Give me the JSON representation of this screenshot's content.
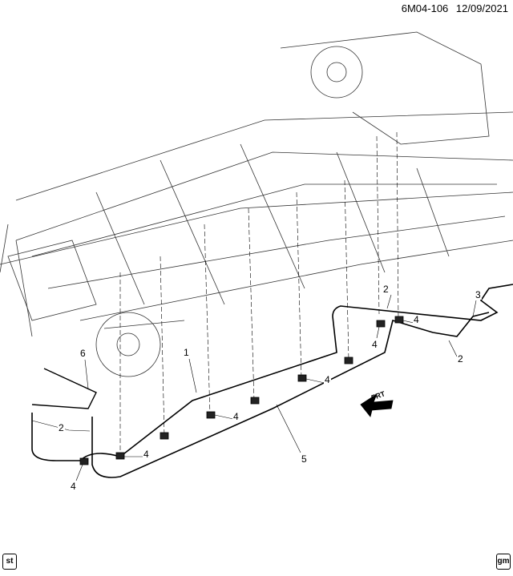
{
  "header": {
    "diagram_id": "6M04-106",
    "date": "12/09/2021"
  },
  "callouts": [
    {
      "id": "c2a",
      "text": "2"
    },
    {
      "id": "c3",
      "text": "3"
    },
    {
      "id": "c4a",
      "text": "4"
    },
    {
      "id": "c4b",
      "text": "4"
    },
    {
      "id": "c2b",
      "text": "2"
    },
    {
      "id": "c1",
      "text": "1"
    },
    {
      "id": "c6",
      "text": "6"
    },
    {
      "id": "c4c",
      "text": "4"
    },
    {
      "id": "c4d",
      "text": "4"
    },
    {
      "id": "c2c",
      "text": "2"
    },
    {
      "id": "c4e",
      "text": "4"
    },
    {
      "id": "c5",
      "text": "5"
    },
    {
      "id": "c4f",
      "text": "4"
    }
  ],
  "front_arrow": "FRT",
  "footer": {
    "left_badge": "st",
    "right_badge": "gm"
  }
}
